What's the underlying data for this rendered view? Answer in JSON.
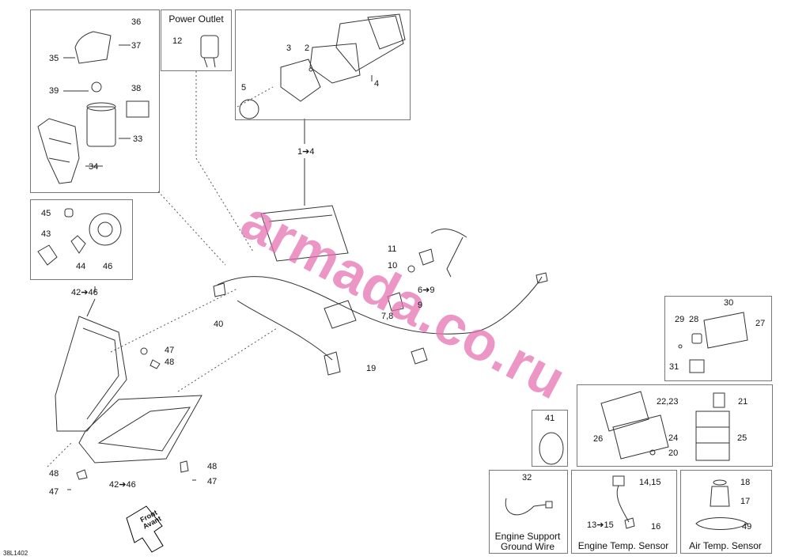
{
  "diagram": {
    "watermark": "armada.co.ru",
    "reference_code": "38L1402",
    "front_label_en": "Front",
    "front_label_fr": "Avant",
    "box_titles": {
      "power_outlet": "Power Outlet",
      "engine_support_line1": "Engine Support",
      "engine_support_line2": "Ground Wire",
      "engine_temp": "Engine Temp. Sensor",
      "air_temp": "Air Temp. Sensor"
    },
    "callouts": {
      "c36": "36",
      "c37": "37",
      "c35": "35",
      "c38": "38",
      "c39": "39",
      "c33": "33",
      "c34": "34",
      "c12": "12",
      "c3": "3",
      "c2": "2",
      "c5": "5",
      "c4": "4",
      "c1_4": "1➔4",
      "c45": "45",
      "c43": "43",
      "c44": "44",
      "c46": "46",
      "c42_46a": "42➔46",
      "c11": "11",
      "c10": "10",
      "c6_9": "6➔9",
      "c9": "9",
      "c7_8": "7,8",
      "c40": "40",
      "c19": "19",
      "c47a": "47",
      "c48a": "48",
      "c48b": "48",
      "c47b": "47",
      "c48c": "48",
      "c47c": "47",
      "c42_46b": "42➔46",
      "c30": "30",
      "c29": "29",
      "c28": "28",
      "c27": "27",
      "c31": "31",
      "c22_23": "22,23",
      "c21": "21",
      "c26": "26",
      "c24": "24",
      "c25": "25",
      "c20": "20",
      "c41": "41",
      "c32": "32",
      "c14_15": "14,15",
      "c13_15": "13➔15",
      "c16": "16",
      "c18": "18",
      "c17": "17",
      "c49": "49"
    }
  }
}
